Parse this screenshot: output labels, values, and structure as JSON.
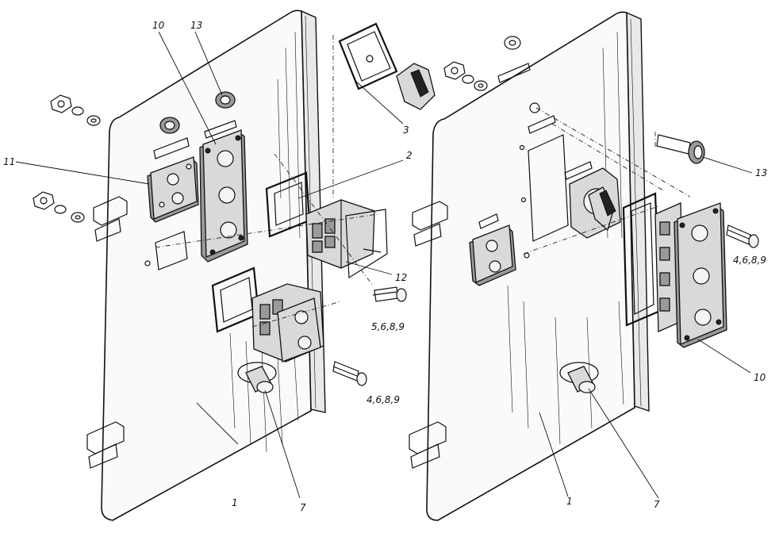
{
  "callouts": {
    "left_10": "10",
    "left_13": "13",
    "left_11": "11",
    "left_3": "3",
    "left_2": "2",
    "left_12": "12",
    "left_5689": "5,6,8,9",
    "left_4689": "4,6,8,9",
    "left_1": "1",
    "left_7": "7",
    "right_13": "13",
    "right_4689": "4,6,8,9",
    "right_10": "10",
    "right_1": "1",
    "right_7": "7"
  }
}
